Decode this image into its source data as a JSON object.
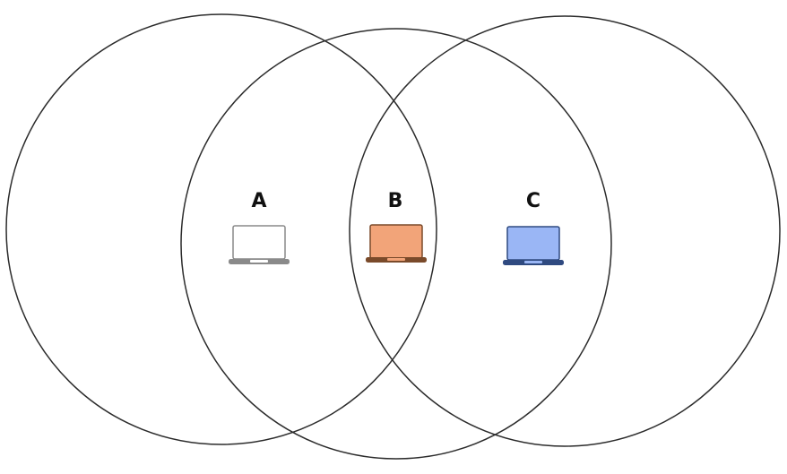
{
  "nodes": [
    {
      "id": "a",
      "label": "A",
      "icon": "laptop-icon",
      "screen_color": "#ffffff",
      "frame_color": "#8a8a8a",
      "base_color": "#8a8a8a",
      "trackpad_color": "#ffffff"
    },
    {
      "id": "b",
      "label": "B",
      "icon": "laptop-icon",
      "screen_color": "#f2a479",
      "frame_color": "#7a4a2a",
      "base_color": "#7a4a2a",
      "trackpad_color": "#f2a479"
    },
    {
      "id": "c",
      "label": "C",
      "icon": "laptop-icon",
      "screen_color": "#9ab6f5",
      "frame_color": "#2f4a80",
      "base_color": "#2f4a80",
      "trackpad_color": "#9ab6f5"
    }
  ],
  "colors": {
    "circle_stroke": "#2b2b2b",
    "label_text": "#111111",
    "background": "#ffffff"
  }
}
